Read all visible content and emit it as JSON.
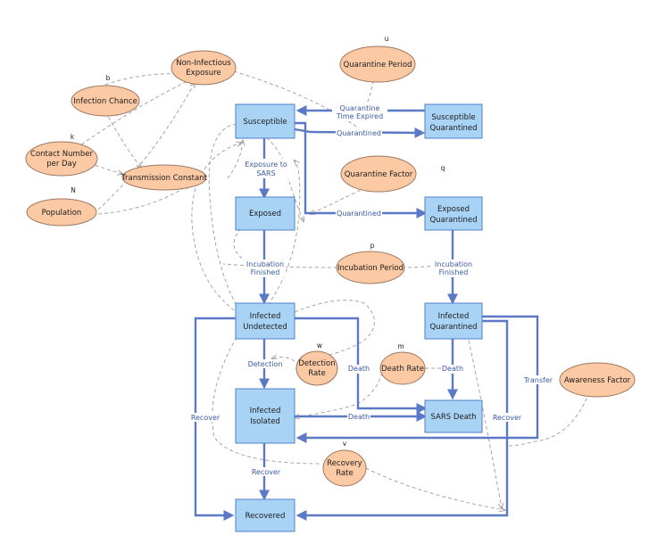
{
  "stocks": {
    "susceptible": "Susceptible",
    "susceptible_quarantined": [
      "Susceptible",
      "Quarantined"
    ],
    "exposed": "Exposed",
    "exposed_quarantined": [
      "Exposed",
      "Quarantined"
    ],
    "infected_undetected": [
      "Infected",
      "Undetected"
    ],
    "infected_quarantined": [
      "Infected",
      "Quarantined"
    ],
    "infected_isolated": [
      "Infected",
      "Isolated"
    ],
    "sars_death": "SARS Death",
    "recovered": "Recovered"
  },
  "variables": {
    "non_infectious_exposure": [
      "Non-Infectious",
      "Exposure"
    ],
    "infection_chance": "Infection Chance",
    "contact_number": [
      "Contact Number",
      "per Day"
    ],
    "transmission_constant": "Transmission Constant",
    "population": "Population",
    "quarantine_period": "Quarantine Period",
    "quarantine_factor": "Quarantine Factor",
    "incubation_period": "Incubation Period",
    "detection_rate": [
      "Detection",
      "Rate"
    ],
    "death_rate": "Death Rate",
    "recovery_rate": [
      "Recovery",
      "Rate"
    ],
    "awareness_factor": "Awareness Factor"
  },
  "symbols": {
    "b": "b",
    "k": "k",
    "N": "N",
    "u": "u",
    "q": "q",
    "p": "p",
    "w": "w",
    "m": "m",
    "v": "v"
  },
  "flows": {
    "quarantine_time_expired": [
      "Quarantine",
      "Time Expired"
    ],
    "quarantined_top": "Quarantined",
    "exposure_to_sars": [
      "Exposure to",
      "SARS"
    ],
    "quarantined_mid": "Quarantined",
    "incubation_finished_left": [
      "Incubation",
      "Finished"
    ],
    "incubation_finished_right": [
      "Incubation",
      "Finished"
    ],
    "detection": "Detection",
    "death_left": "Death",
    "death_right": "Death",
    "death_bottom": "Death",
    "recover_left": "Recover",
    "recover_mid": "Recover",
    "recover_right": "Recover",
    "transfer": "Transfer"
  }
}
